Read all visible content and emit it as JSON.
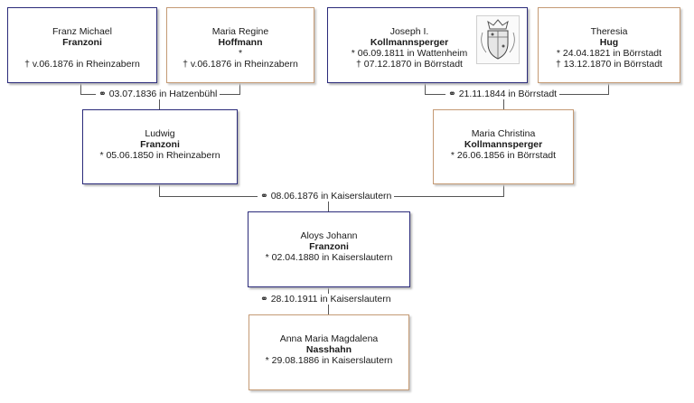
{
  "persons": [
    {
      "id": "franz",
      "given": "Franz Michael",
      "surname": "Franzoni",
      "lines": [
        "† v.06.1876 in Rheinzabern"
      ]
    },
    {
      "id": "maria-regine",
      "given": "Maria Regine",
      "surname": "Hoffmann",
      "lines": [
        "*",
        "† v.06.1876 in Rheinzabern"
      ]
    },
    {
      "id": "joseph",
      "given": "Joseph I.",
      "surname": "Kollmannsperger",
      "lines": [
        "* 06.09.1811 in Wattenheim",
        "† 07.12.1870 in Börrstadt"
      ]
    },
    {
      "id": "theresia",
      "given": "Theresia",
      "surname": "Hug",
      "lines": [
        "* 24.04.1821 in Börrstadt",
        "† 13.12.1870 in Börrstadt"
      ]
    },
    {
      "id": "ludwig",
      "given": "Ludwig",
      "surname": "Franzoni",
      "lines": [
        "* 05.06.1850 in Rheinzabern"
      ]
    },
    {
      "id": "maria-christina",
      "given": "Maria Christina",
      "surname": "Kollmannsperger",
      "lines": [
        "* 26.06.1856 in Börrstadt"
      ]
    },
    {
      "id": "aloys",
      "given": "Aloys Johann",
      "surname": "Franzoni",
      "lines": [
        "* 02.04.1880 in Kaiserslautern"
      ]
    },
    {
      "id": "anna",
      "given": "Anna Maria Magdalena",
      "surname": "Nasshahn",
      "lines": [
        "* 29.08.1886 in Kaiserslautern"
      ]
    }
  ],
  "marriages": [
    "⚭ 03.07.1836 in Hatzenbühl",
    "⚭ 21.11.1844 in Börrstadt",
    "⚭ 08.06.1876 in Kaiserslautern",
    "⚭ 28.10.1911 in Kaiserslautern"
  ],
  "colors": {
    "male_border": "#2a2a7a",
    "female_border": "#c49a74",
    "connector": "#555555"
  },
  "crest_icon": "coat-of-arms-icon"
}
